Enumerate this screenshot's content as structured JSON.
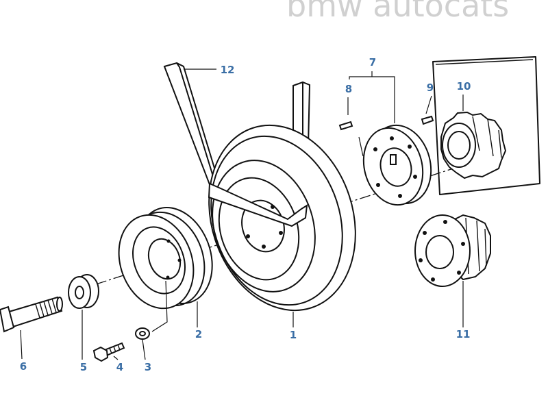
{
  "watermark": "bmw autocats",
  "parts": [
    {
      "id": "part-1",
      "label": "1"
    },
    {
      "id": "part-2",
      "label": "2"
    },
    {
      "id": "part-3",
      "label": "3"
    },
    {
      "id": "part-4",
      "label": "4"
    },
    {
      "id": "part-5",
      "label": "5"
    },
    {
      "id": "part-6",
      "label": "6"
    },
    {
      "id": "part-7",
      "label": "7"
    },
    {
      "id": "part-8",
      "label": "8"
    },
    {
      "id": "part-9",
      "label": "9"
    },
    {
      "id": "part-10",
      "label": "10"
    },
    {
      "id": "part-11",
      "label": "11"
    },
    {
      "id": "part-12",
      "label": "12"
    }
  ],
  "colors": {
    "label": "#3a6ea5",
    "line": "#111111",
    "watermark": "#d0d0d0"
  }
}
